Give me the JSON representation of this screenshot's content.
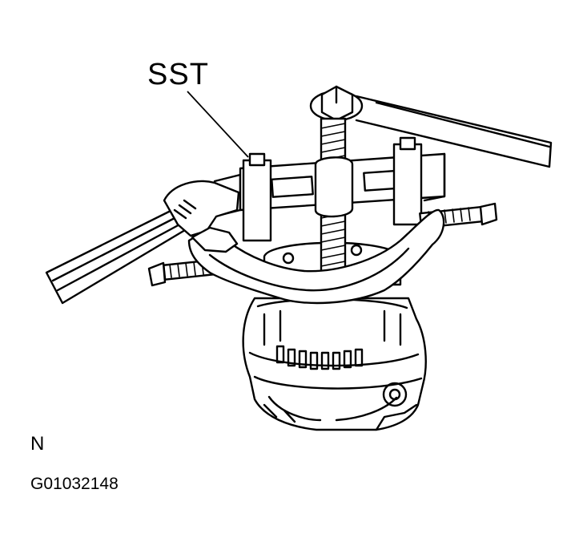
{
  "labels": {
    "tool": "SST",
    "view": "N",
    "figure_id": "G01032148"
  },
  "colors": {
    "ink": "#000000",
    "paper": "#ffffff"
  }
}
